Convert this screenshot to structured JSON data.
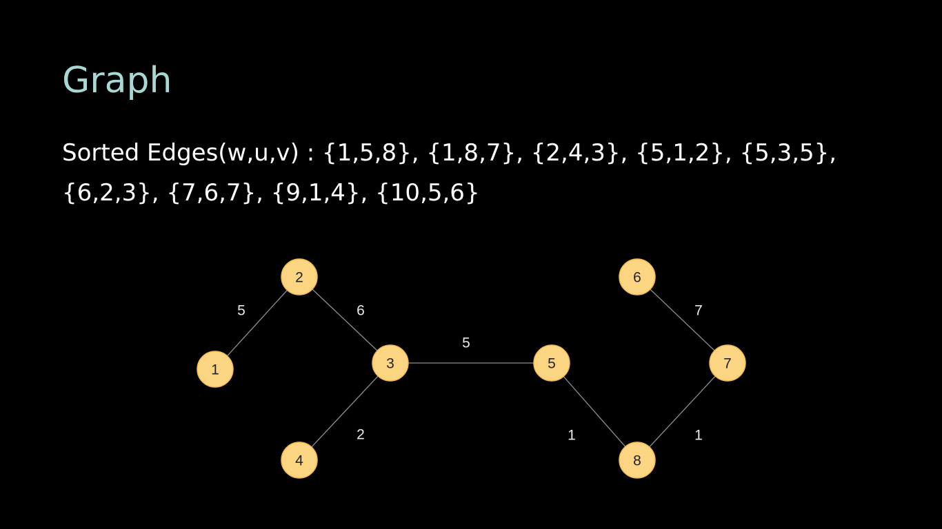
{
  "slide": {
    "title": "Graph",
    "sorted_edges_text": "Sorted Edges(w,u,v) : {1,5,8}, {1,8,7}, {2,4,3}, {5,1,2}, {5,3,5}, {6,2,3}, {7,6,7}, {9,1,4}, {10,5,6}"
  },
  "graph": {
    "nodes": [
      {
        "id": "1",
        "label": "1"
      },
      {
        "id": "2",
        "label": "2"
      },
      {
        "id": "3",
        "label": "3"
      },
      {
        "id": "4",
        "label": "4"
      },
      {
        "id": "5",
        "label": "5"
      },
      {
        "id": "6",
        "label": "6"
      },
      {
        "id": "7",
        "label": "7"
      },
      {
        "id": "8",
        "label": "8"
      }
    ],
    "edges": [
      {
        "from": "1",
        "to": "2",
        "weight": "5"
      },
      {
        "from": "2",
        "to": "3",
        "weight": "6"
      },
      {
        "from": "3",
        "to": "5",
        "weight": "5"
      },
      {
        "from": "3",
        "to": "4",
        "weight": "2"
      },
      {
        "from": "5",
        "to": "8",
        "weight": "1"
      },
      {
        "from": "8",
        "to": "7",
        "weight": "1"
      },
      {
        "from": "6",
        "to": "7",
        "weight": "7"
      }
    ],
    "colors": {
      "node_fill": "#fcd583",
      "edge": "#8f8f8f",
      "title": "#a9d7d3",
      "background": "#000000"
    }
  }
}
